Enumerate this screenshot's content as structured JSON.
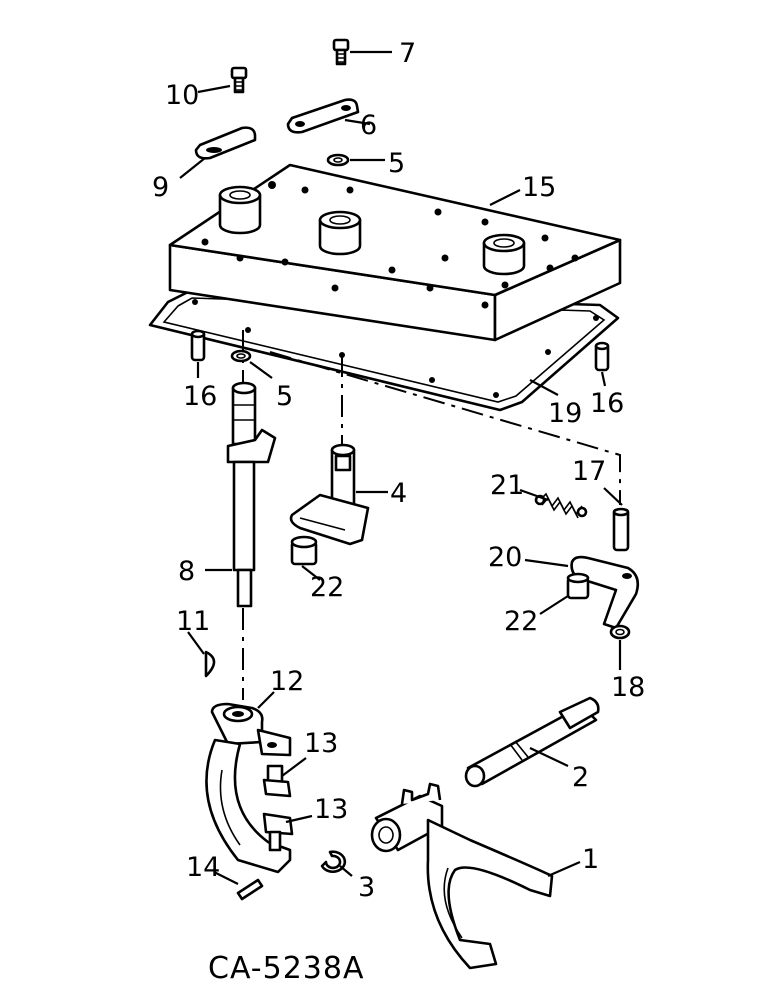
{
  "diagram": {
    "code": "CA-5238A",
    "callouts": [
      {
        "id": "c1",
        "text": "1"
      },
      {
        "id": "c2",
        "text": "2"
      },
      {
        "id": "c3",
        "text": "3"
      },
      {
        "id": "c4",
        "text": "4"
      },
      {
        "id": "c5a",
        "text": "5"
      },
      {
        "id": "c5b",
        "text": "5"
      },
      {
        "id": "c6",
        "text": "6"
      },
      {
        "id": "c7",
        "text": "7"
      },
      {
        "id": "c8",
        "text": "8"
      },
      {
        "id": "c9",
        "text": "9"
      },
      {
        "id": "c10",
        "text": "10"
      },
      {
        "id": "c11",
        "text": "11"
      },
      {
        "id": "c12",
        "text": "12"
      },
      {
        "id": "c13a",
        "text": "13"
      },
      {
        "id": "c13b",
        "text": "13"
      },
      {
        "id": "c14",
        "text": "14"
      },
      {
        "id": "c15",
        "text": "15"
      },
      {
        "id": "c16a",
        "text": "16"
      },
      {
        "id": "c16b",
        "text": "16"
      },
      {
        "id": "c17",
        "text": "17"
      },
      {
        "id": "c18",
        "text": "18"
      },
      {
        "id": "c19",
        "text": "19"
      },
      {
        "id": "c20",
        "text": "20"
      },
      {
        "id": "c21",
        "text": "21"
      },
      {
        "id": "c22a",
        "text": "22"
      },
      {
        "id": "c22b",
        "text": "22"
      }
    ]
  }
}
